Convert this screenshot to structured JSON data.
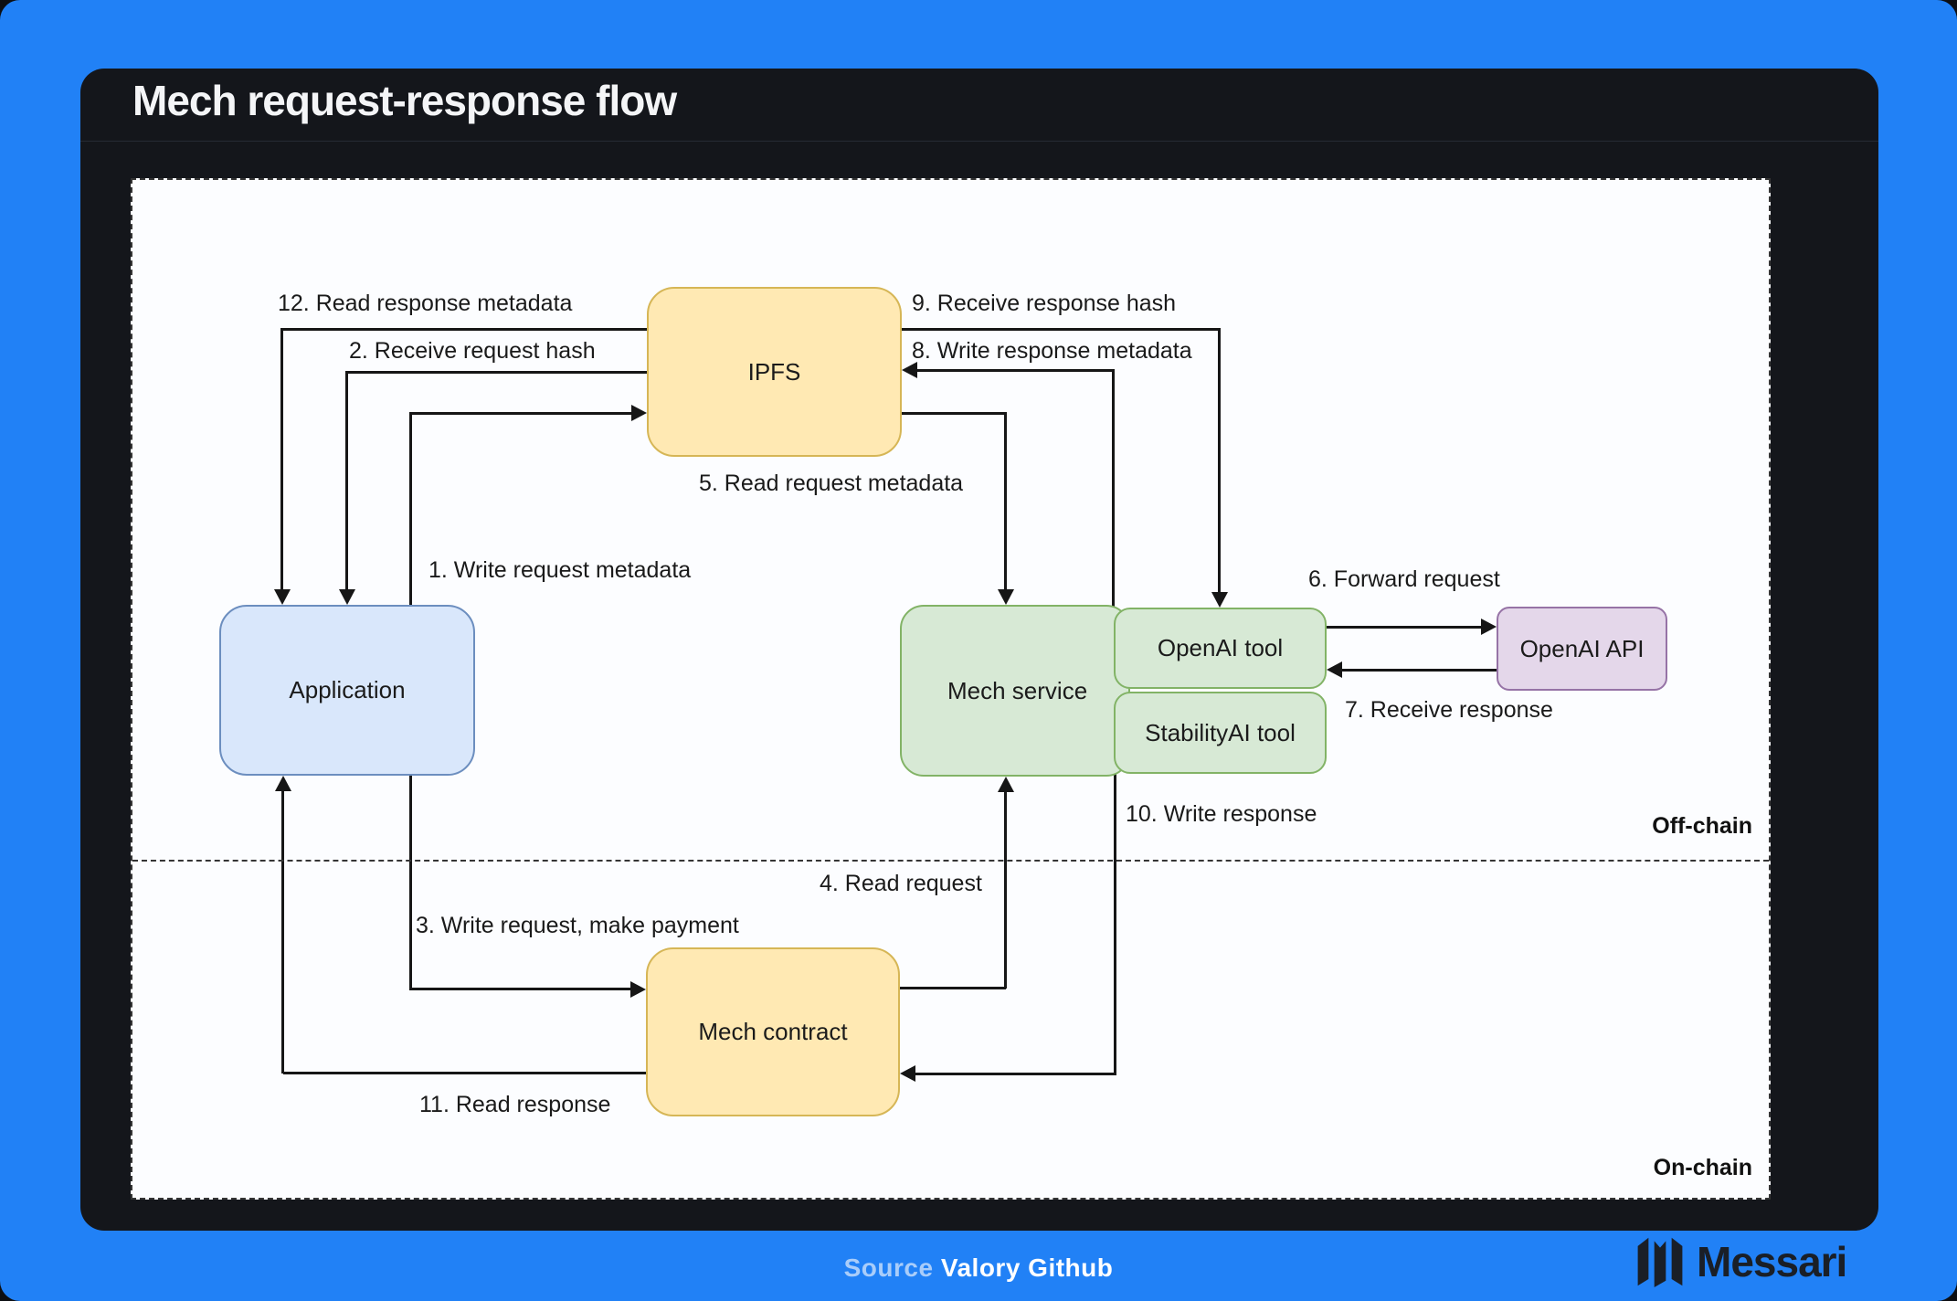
{
  "header": {
    "title": "Mech request-response flow"
  },
  "diagram": {
    "nodes": {
      "ipfs": {
        "label": "IPFS"
      },
      "application": {
        "label": "Application"
      },
      "mech_service": {
        "label": "Mech service"
      },
      "openai_tool": {
        "label": "OpenAI tool"
      },
      "stabilityai_tool": {
        "label": "StabilityAI tool"
      },
      "openai_api": {
        "label": "OpenAI API"
      },
      "mech_contract": {
        "label": "Mech contract"
      }
    },
    "edges": {
      "e1": {
        "label": "1. Write request metadata"
      },
      "e2": {
        "label": "2. Receive request hash"
      },
      "e3": {
        "label": "3. Write request, make payment"
      },
      "e4": {
        "label": "4. Read request"
      },
      "e5": {
        "label": "5. Read request metadata"
      },
      "e6": {
        "label": "6. Forward request"
      },
      "e7": {
        "label": "7. Receive response"
      },
      "e8": {
        "label": "8. Write response metadata"
      },
      "e9": {
        "label": "9. Receive response hash"
      },
      "e10": {
        "label": "10. Write response"
      },
      "e11": {
        "label": "11. Read response"
      },
      "e12": {
        "label": "12. Read response metadata"
      }
    },
    "zones": {
      "offchain": "Off-chain",
      "onchain": "On-chain"
    }
  },
  "footer": {
    "source_label": "Source",
    "source_name": "Valory Github",
    "brand": "Messari"
  },
  "colors": {
    "background_accent": "#2181f6",
    "panel": "#14161b",
    "diagram_surface": "#fcfdff",
    "node_yellow_fill": "#ffe9b3",
    "node_yellow_border": "#d6b656",
    "node_blue_fill": "#d9e7fb",
    "node_blue_border": "#6c8ebf",
    "node_green_fill": "#d7e9d5",
    "node_green_border": "#82b366",
    "node_purple_fill": "#e4d7ea",
    "node_purple_border": "#9673a6",
    "line": "#161616"
  }
}
